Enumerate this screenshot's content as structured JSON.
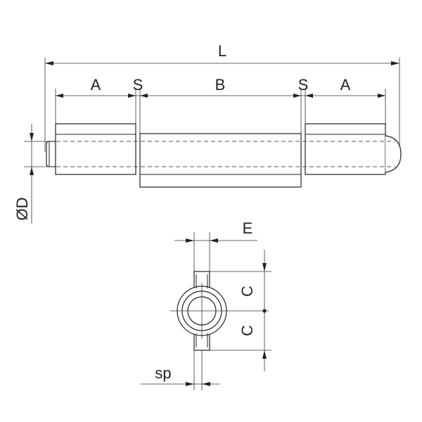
{
  "labels": {
    "L": "L",
    "A_left": "A",
    "S_left": "S",
    "B": "B",
    "S_right": "S",
    "A_right": "A",
    "D": "ØD",
    "E": "E",
    "C_top": "C",
    "C_bottom": "C",
    "sp": "sp"
  }
}
